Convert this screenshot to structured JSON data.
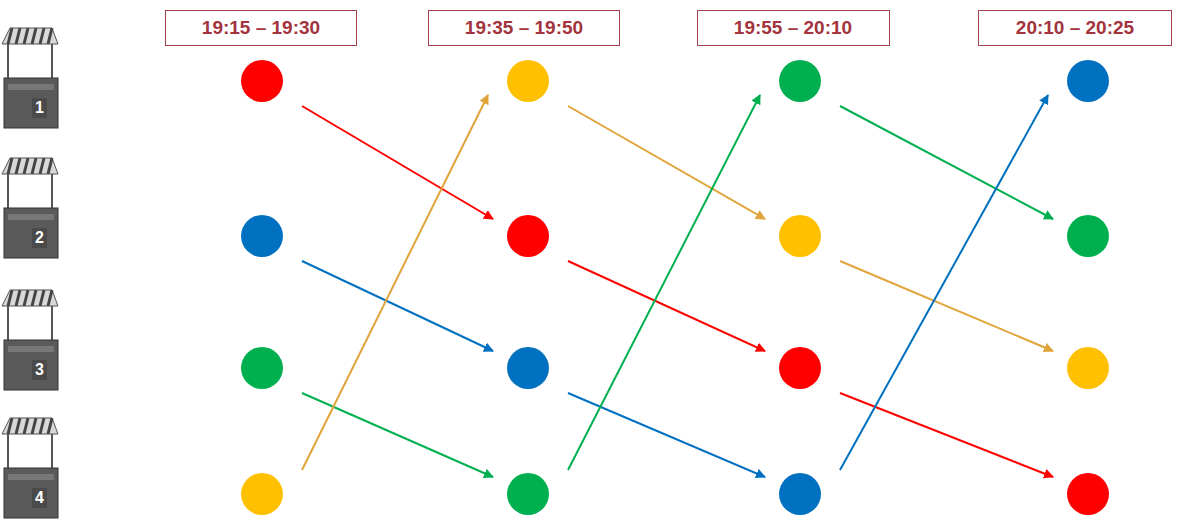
{
  "diagram": {
    "nodes": [
      {
        "text": [
          "19:15 – 19:30"
        ]
      },
      {
        "text": [
          "19:35 – 19:50"
        ]
      },
      {
        "text": [
          "19:55 – 20:10"
        ]
      },
      {
        "text": [
          "20:10 – 20:25"
        ]
      }
    ],
    "labels": [
      "1",
      "2",
      "3",
      "4"
    ]
  }
}
